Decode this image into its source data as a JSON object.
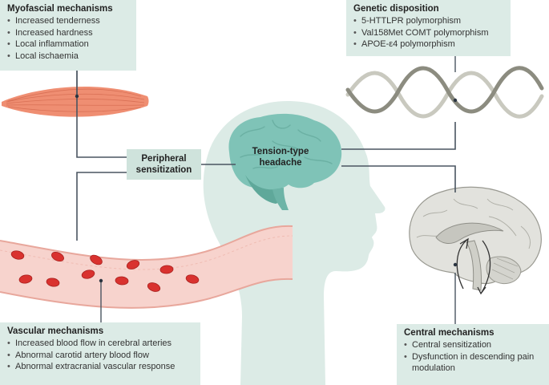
{
  "myofascial": {
    "title": "Myofascial mechanisms",
    "items": [
      "Increased tenderness",
      "Increased hardness",
      "Local inflammation",
      "Local ischaemia"
    ]
  },
  "genetic": {
    "title": "Genetic disposition",
    "items": [
      "5-HTTLPR polymorphism",
      "Val158Met COMT polymorphism",
      "APOE-ε4 polymorphism"
    ]
  },
  "vascular": {
    "title": "Vascular mechanisms",
    "items": [
      "Increased blood flow in cerebral arteries",
      "Abnormal carotid artery blood flow",
      "Abnormal extracranial vascular response"
    ]
  },
  "central": {
    "title": "Central mechanisms",
    "items": [
      "Central sensitization",
      "Dysfunction in descending pain modulation"
    ]
  },
  "peripheral": {
    "line1": "Peripheral",
    "line2": "sensitization"
  },
  "center": {
    "line1": "Tension-type",
    "line2": "headache"
  },
  "colors": {
    "box_fill": "#dcebe6",
    "silhouette": "#dcebe6",
    "brain": "#7fc3b7",
    "muscle": "#ef8e72",
    "vessel_wall": "#f7d3cd",
    "red_cell": "#d9322f",
    "connector": "#4a5560",
    "dna_light": "#c9c9bf",
    "dna_dark": "#8c8c80"
  }
}
